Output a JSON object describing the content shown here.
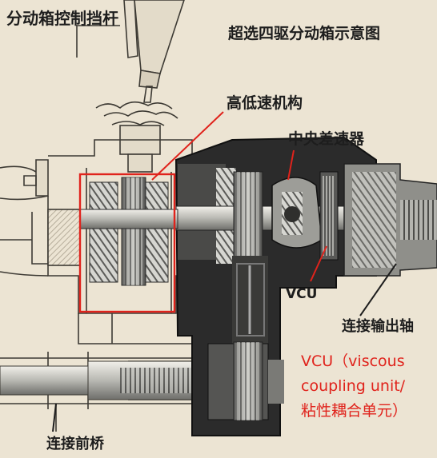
{
  "labels": {
    "control_lever": "分动箱控制挡杆",
    "title": "超选四驱分动箱示意图",
    "hi_lo_mechanism": "高低速机构",
    "center_diff": "中央差速器",
    "vcu": "VCU",
    "output_shaft": "连接输出轴",
    "front_axle": "连接前桥",
    "vcu_desc_line1": "VCU（viscous",
    "vcu_desc_line2": "coupling unit/",
    "vcu_desc_line3": "粘性耦合单元）"
  },
  "colors": {
    "background": "#ece4d3",
    "label_text": "#1d1d1d",
    "highlight_red": "#e0231c",
    "housing_dark": "#2b2b2b",
    "metal_light": "#c9c9c4"
  }
}
